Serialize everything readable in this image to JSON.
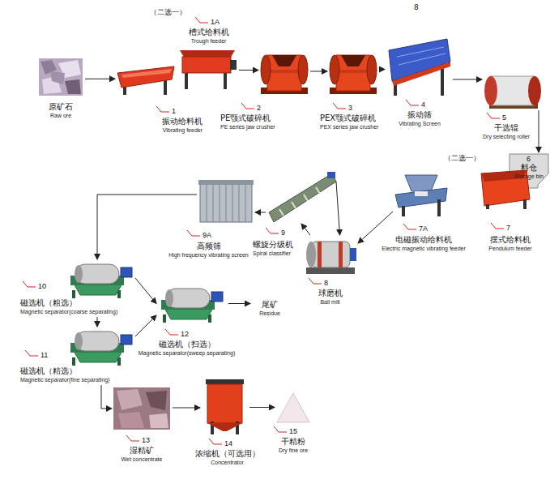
{
  "diagram": {
    "nodes": [
      {
        "text": [
          "原矿石",
          "Raw ore"
        ]
      },
      {
        "text": [
          "1",
          "振动给料机",
          "Vibrating feeder"
        ]
      },
      {
        "text": [
          "1A",
          "槽式给料机",
          "Trough feeder"
        ]
      },
      {
        "text": [
          "2",
          "PE颚式破碎机",
          "PE series jaw crusher"
        ]
      },
      {
        "text": [
          "3",
          "PEX颚式破碎机",
          "PEX series jaw crusher"
        ]
      },
      {
        "text": [
          "4",
          "振动筛",
          "Vibrating Screen"
        ]
      },
      {
        "text": [
          "5",
          "干选辊",
          "Dry selecting roller"
        ]
      },
      {
        "text": [
          "6",
          "料仓",
          "Storage bin"
        ]
      },
      {
        "text": [
          "7A",
          "电磁振动给料机",
          "Electric magnetic vibrating feeder"
        ]
      },
      {
        "text": [
          "7",
          "摆式给料机",
          "Pendulum feeder"
        ]
      },
      {
        "text": [
          "8",
          "球磨机",
          "Ball mill"
        ]
      },
      {
        "text": [
          "9",
          "螺旋分级机",
          "Spiral classifier"
        ]
      },
      {
        "text": [
          "9A",
          "高频筛",
          "High frequency vibrating screen"
        ]
      },
      {
        "text": [
          "10",
          "磁选机（粗选）",
          "Magnetic separator(coarse separating)"
        ]
      },
      {
        "text": [
          "11",
          "磁选机（精选）",
          "Magnetic separator(fine separating)"
        ]
      },
      {
        "text": [
          "12",
          "磁选机（扫选）",
          "Magnetic separator(sweep separating)"
        ]
      },
      {
        "text": [
          "尾矿",
          "Residue"
        ]
      },
      {
        "text": [
          "13",
          "湿精矿",
          "Wet concentrate"
        ]
      },
      {
        "text": [
          "14",
          "浓缩机（可选用）",
          "Concentrator"
        ]
      },
      {
        "text": [
          "15",
          "干精粉",
          "Dry fine ore"
        ]
      }
    ],
    "edges": [
      {
        "from": 0,
        "to": 1,
        "arrow": "to"
      },
      {
        "from": 2,
        "to": 3,
        "arrow": "to"
      },
      {
        "from": 3,
        "to": 4,
        "arrow": "to"
      },
      {
        "from": 4,
        "to": 5,
        "arrow": "to"
      },
      {
        "from": 5,
        "to": 6,
        "arrow": "to"
      },
      {
        "from": 6,
        "to": 7,
        "arrow": "to"
      },
      {
        "from": 8,
        "to": 10,
        "arrow": "to"
      },
      {
        "from": 10,
        "to": 11,
        "arrow": "to"
      },
      {
        "from": 11,
        "to": 10,
        "arrow": "to"
      },
      {
        "from": 11,
        "to": 12,
        "arrow": "to"
      },
      {
        "from": 12,
        "to": 13,
        "arrow": "to"
      },
      {
        "from": 13,
        "to": 14,
        "arrow": "to"
      },
      {
        "from": 13,
        "to": 15,
        "arrow": "to"
      },
      {
        "from": 14,
        "to": 15,
        "arrow": "to"
      },
      {
        "from": 15,
        "to": 16,
        "arrow": "to"
      },
      {
        "from": 14,
        "to": 17,
        "arrow": "to"
      },
      {
        "from": 17,
        "to": 18,
        "arrow": "to"
      },
      {
        "from": 18,
        "to": 19,
        "arrow": "to"
      }
    ],
    "labels": [
      "（二选一）",
      "8",
      "（二选一）"
    ]
  }
}
